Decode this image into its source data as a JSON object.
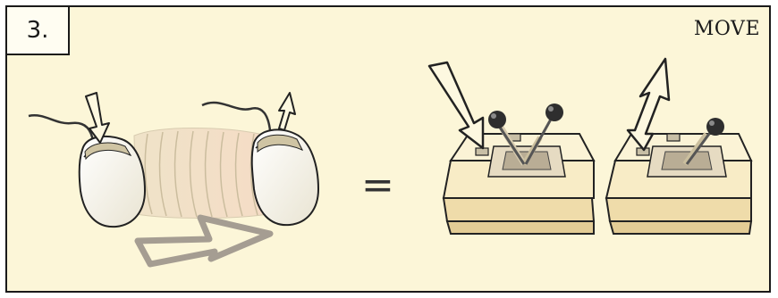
{
  "panel": {
    "step_label": "3.",
    "title": "MOVE"
  },
  "equation": {
    "operator": "="
  },
  "colors": {
    "background": "#fcf6d8",
    "border": "#1a1a1a",
    "arrow_fill": "#fdf8e0",
    "motion_arrow": "#a59d92",
    "joystick_base": "#f4e6b8",
    "joystick_knob": "#2e2e2e"
  },
  "illustrations": {
    "left": "mouse-drag-illustration",
    "right": [
      "joystick-press-illustration",
      "joystick-release-illustration"
    ]
  }
}
